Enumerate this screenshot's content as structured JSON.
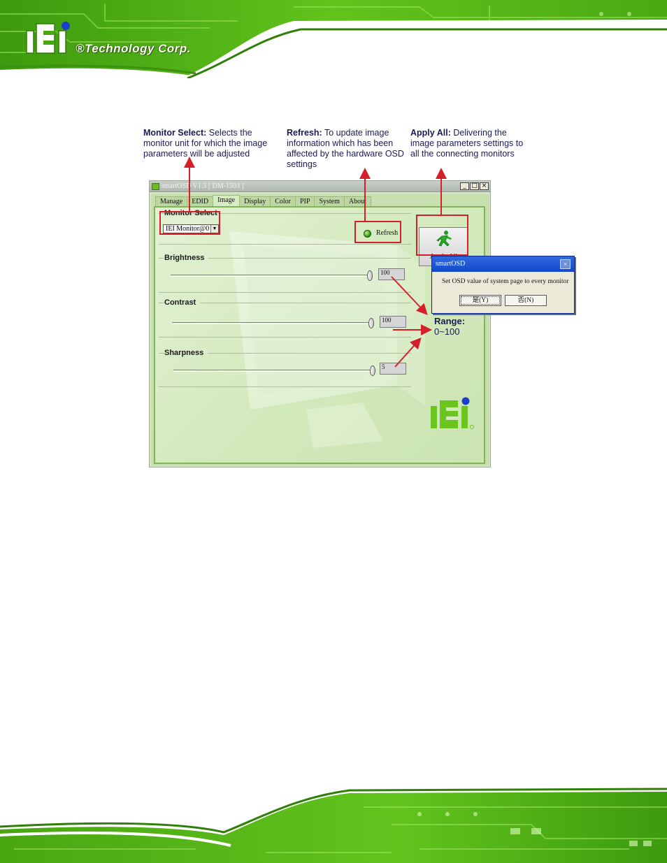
{
  "header": {
    "company": "®Technology Corp."
  },
  "annotations": {
    "monitor_select": {
      "title": "Monitor Select:",
      "text": " Selects the monitor unit for which the image parameters will be adjusted"
    },
    "refresh": {
      "title": "Refresh:",
      "text": " To update image information which has been affected by the hardware OSD settings"
    },
    "apply_all": {
      "title": "Apply All:",
      "text": " Delivering the image parameters settings to all the connecting monitors"
    },
    "range": {
      "title": "Range:",
      "value": "0~100"
    }
  },
  "window": {
    "title": "smartOSD V1.3 [ DM-1503 ]",
    "controls": {
      "minimize": "_",
      "maximize": "□",
      "close": "×"
    },
    "tabs": [
      "Manage",
      "EDID",
      "Image",
      "Display",
      "Color",
      "PIP",
      "System",
      "About"
    ],
    "active_tab": "Image",
    "monitor_select": {
      "label": "Monitor Select",
      "value": "IEI Monitor@0"
    },
    "refresh_label": "Refresh",
    "apply_all_label": "Apply All",
    "brightness": {
      "label": "Brightness",
      "value": "100",
      "level": 1.0
    },
    "contrast": {
      "label": "Contrast",
      "value": "100",
      "level": 1.0
    },
    "sharpness": {
      "label": "Sharpness",
      "value": "5",
      "level": 1.0
    }
  },
  "dialog": {
    "title": "smartOSD",
    "message": "Set OSD value of system page to every monitor",
    "yes_label": "是(Y)",
    "no_label": "否(N)",
    "close": "×"
  },
  "colors": {
    "annotation_text": "#1b1a57",
    "highlight": "#d3202a",
    "pcb_green": "#5fbf1a"
  }
}
